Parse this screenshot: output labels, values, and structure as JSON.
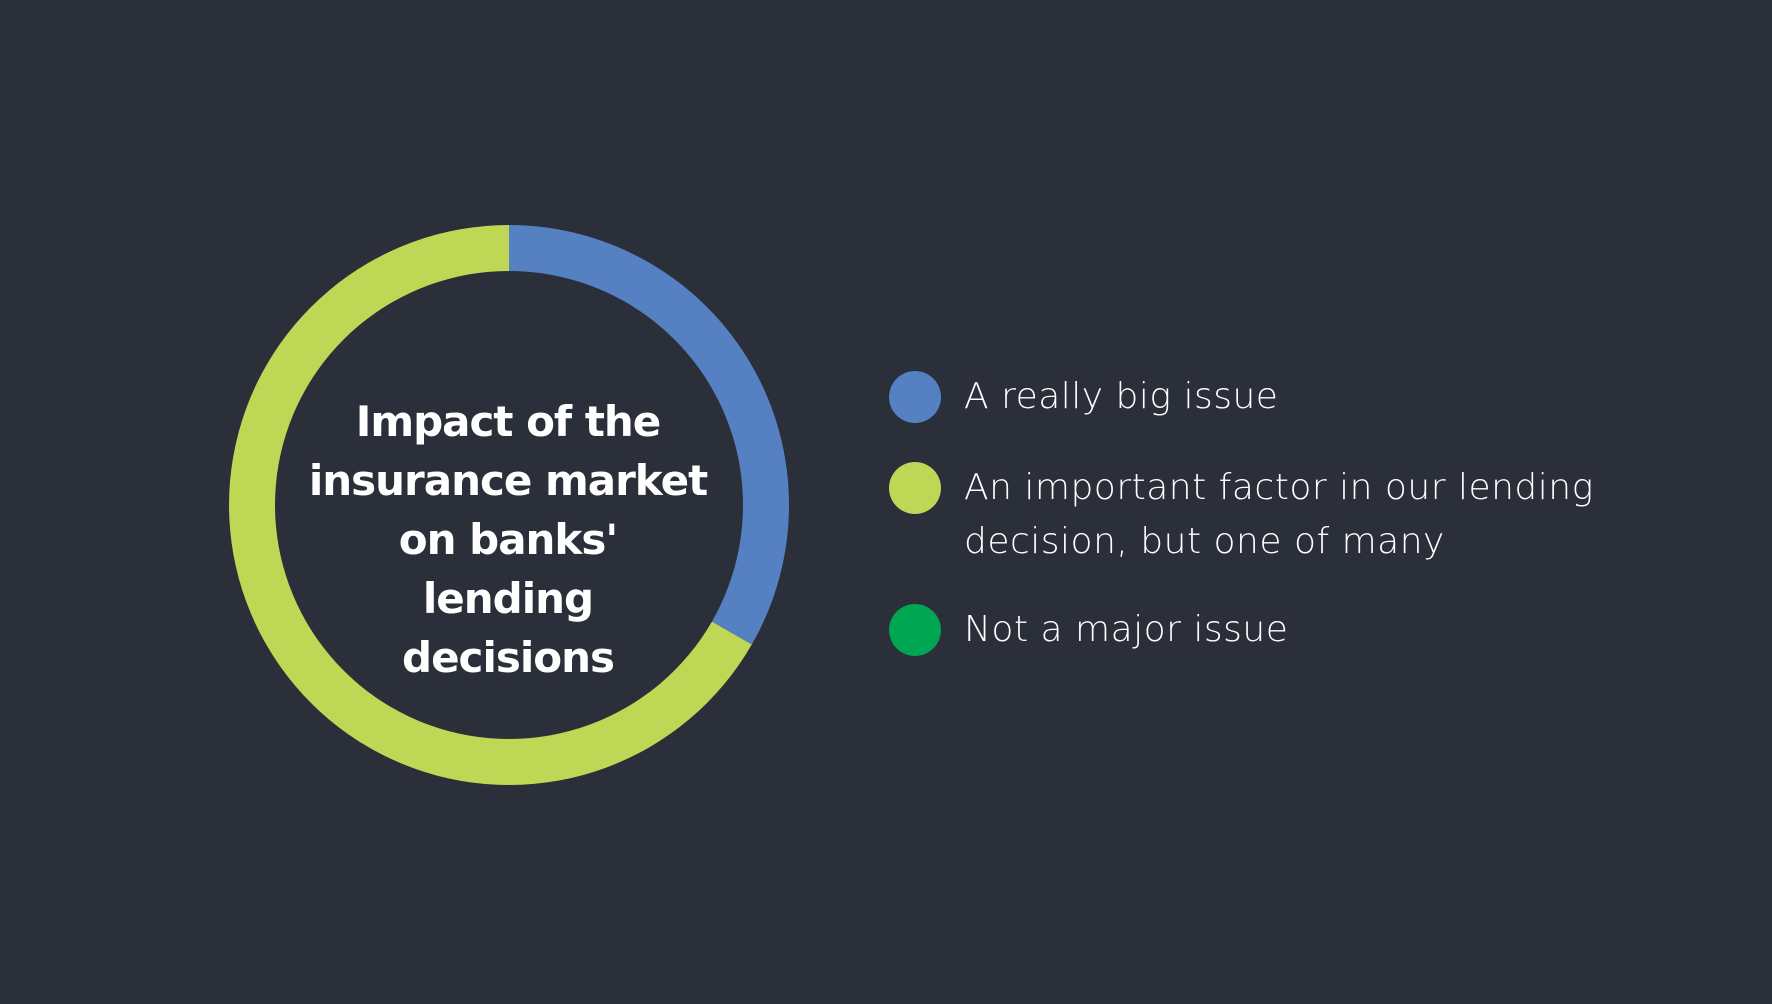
{
  "chart_data": {
    "type": "pie",
    "title": "Impact of the insurance market on banks' lending decisions",
    "title_lines": [
      "Impact of the",
      "insurance market",
      "on banks' lending",
      "decisions"
    ],
    "donut": true,
    "series": [
      {
        "name": "A really big issue",
        "label_lines": [
          "A really big issue"
        ],
        "value": 33.3,
        "color": "#5580c1"
      },
      {
        "name": "An important factor in our lending decision, but one of many",
        "label_lines": [
          "An important factor in our lending",
          "decision, but one of many"
        ],
        "value": 66.7,
        "color": "#bfd754"
      },
      {
        "name": "Not a major issue",
        "label_lines": [
          "Not a major issue"
        ],
        "value": 0,
        "color": "#00a651"
      }
    ],
    "legend_position": "right"
  }
}
